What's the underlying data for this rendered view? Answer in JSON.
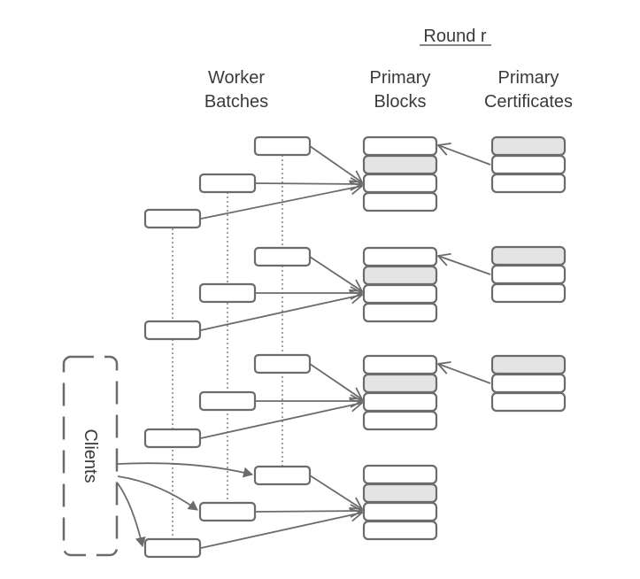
{
  "header": {
    "round_label": "Round r",
    "worker_batches_line1": "Worker",
    "worker_batches_line2": "Batches",
    "primary_blocks_line1": "Primary",
    "primary_blocks_line2": "Blocks",
    "primary_certificates_line1": "Primary",
    "primary_certificates_line2": "Certificates"
  },
  "clients": {
    "label": "Clients"
  },
  "colors": {
    "stroke": "#6b6b6b",
    "shaded": "#e4e4e4",
    "text": "#3a3a3a"
  }
}
